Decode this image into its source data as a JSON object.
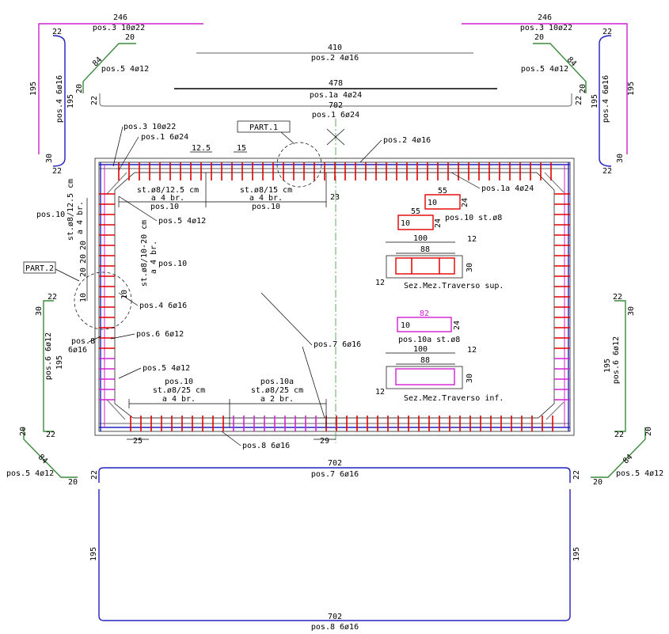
{
  "top": {
    "pos3_len": "246",
    "pos3_label": "pos.3  10ø22",
    "pos2_len": "410",
    "pos2_label": "pos.2  4ø16",
    "pos1a_len": "478",
    "pos1a_label": "pos.1a  4ø24",
    "pos1_len": "702",
    "pos1_label": "pos.1  6ø24",
    "pos5_label": "pos.5  4ø12",
    "pos4_label": "pos.4  6ø16",
    "d22": "22",
    "d20": "20",
    "d84": "84",
    "d195": "195",
    "d30": "30"
  },
  "frame": {
    "part1": "PART.1",
    "part2": "PART.2",
    "pos3": "pos.3  10ø22",
    "pos1": "pos.1  6ø24",
    "d12_5": "12.5",
    "d15": "15",
    "pos2": "pos.2  4ø16",
    "pos1a": "pos.1a  4ø24",
    "st12_5": "st.ø8/12.5  cm",
    "a4br": "a  4  br.",
    "pos10": "pos.10",
    "st15": "st.ø8/15  cm",
    "d23": "23",
    "pos5": "pos.5  4ø12",
    "v_pos10": "pos.10",
    "v_st12_5": "st.ø8/12.5  cm",
    "v_a4br": "a  4  br.",
    "v_d20a": "20",
    "v_d20b": "20",
    "v_d20c": "20",
    "v_st10_20": "st.ø8/10-20  cm",
    "v_a4br2": "a  4  br.",
    "v_pos10b": "pos.10",
    "d10a": "10",
    "d10b": "10",
    "pos4": "pos.4  6ø16",
    "pos6": "pos.6  6ø12",
    "pos8": "pos.8",
    "pos8b": "6ø16",
    "pos7": "pos.7  6ø16",
    "pos5b": "pos.5  4ø12",
    "bot_pos10": "pos.10",
    "bot_st25": "st.ø8/25  cm",
    "bot_a4br": "a  4  br.",
    "bot_pos10a": "pos.10a",
    "bot_st25b": "st.ø8/25  cm",
    "bot_a2br": "a  2  br.",
    "d25": "25",
    "d29": "29",
    "pos8_bot": "pos.8  6ø16"
  },
  "stirrups": {
    "s1_len": "55",
    "s1_h": "24",
    "s1_in": "10",
    "s2_len": "55",
    "s2_h": "24",
    "s2_in": "10",
    "pos10_st": "pos.10  st.ø8",
    "sec1_w": "100",
    "sec1_iw": "88",
    "sec1_t": "12",
    "sec1_h": "30",
    "sec1_b": "12",
    "sec1_label": "Sez.Mez.Traverso  sup.",
    "s3_len": "82",
    "s3_h": "24",
    "s3_in": "10",
    "pos10a_st": "pos.10a  st.ø8",
    "sec2_w": "100",
    "sec2_iw": "88",
    "sec2_t": "12",
    "sec2_h": "30",
    "sec2_b": "12",
    "sec2_label": "Sez.Mez.Traverso  inf."
  },
  "sides": {
    "pos6": "pos.6  6ø12",
    "d22": "22",
    "d30": "30",
    "d195": "195",
    "pos5": "pos.5  4ø12",
    "d20": "20",
    "d84": "84"
  },
  "bottom": {
    "pos7_len": "702",
    "pos7_label": "pos.7  6ø16",
    "pos8_len": "702",
    "pos8_label": "pos.8  6ø16",
    "d22": "22",
    "d195": "195"
  }
}
